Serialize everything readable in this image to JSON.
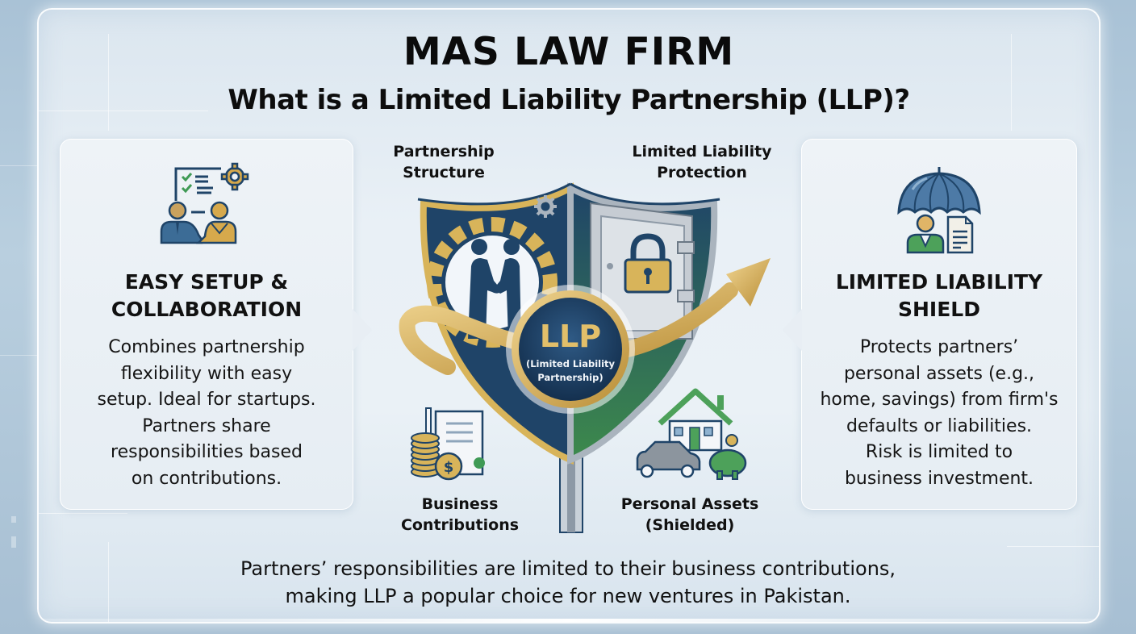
{
  "header": {
    "title": "MAS LAW FIRM",
    "subtitle": "What is a Limited Liability Partnership (LLP)?"
  },
  "left_card": {
    "icon": "partners-checklist-gear-icon",
    "heading_lines": [
      "EASY SETUP &",
      "COLLABORATION"
    ],
    "body_lines": [
      "Combines partnership",
      "flexibility with easy",
      "setup. Ideal for startups.",
      "Partners share",
      "responsibilities based",
      "on contributions."
    ]
  },
  "right_card": {
    "icon": "umbrella-person-document-icon",
    "heading_lines": [
      "LIMITED LIABILITY",
      "SHIELD"
    ],
    "body_lines": [
      "Protects partners’",
      "personal assets (e.g.,",
      "home, savings) from firm's",
      "defaults or liabilities.",
      "Risk is limited to",
      "business investment."
    ]
  },
  "center": {
    "labels": {
      "top_left": [
        "Partnership",
        "Structure"
      ],
      "top_right": [
        "Limited Liability",
        "Protection"
      ],
      "bottom_left": [
        "Business",
        "Contributions"
      ],
      "bottom_right": [
        "Personal Assets",
        "(Shielded)"
      ]
    },
    "badge": {
      "acronym": "LLP",
      "full_name_lines": [
        "(Limited Liability",
        "Partnership)"
      ]
    },
    "icons": [
      "shield-icon",
      "handshake-gear-icon",
      "vault-padlock-icon",
      "growth-arrow-icon",
      "coins-document-icon",
      "house-car-piggybank-icon"
    ]
  },
  "footer": {
    "lines": [
      "Partners’ responsibilities are limited to their business contributions,",
      "making LLP a popular choice for new ventures in Pakistan."
    ]
  },
  "colors": {
    "navy": "#1f4468",
    "gold": "#d8b45a",
    "green": "#3f8f4f",
    "steel": "#b8c2cc",
    "background": "#b3c9da",
    "panel": "#e9f0f6"
  }
}
